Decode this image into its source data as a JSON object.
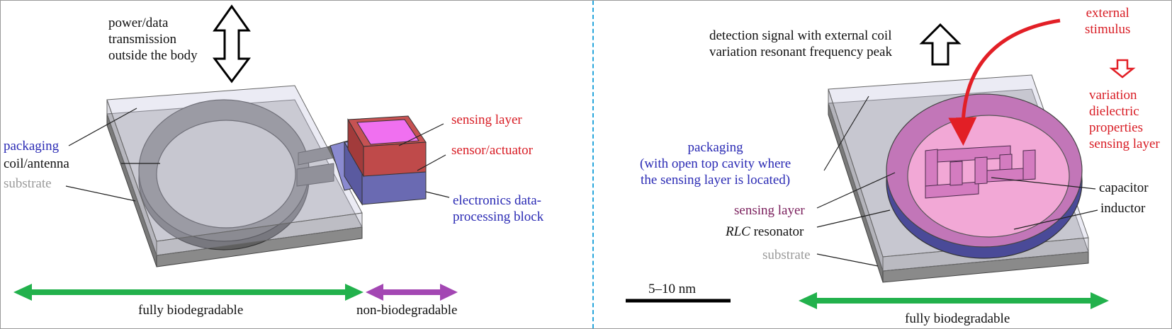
{
  "colors": {
    "divider": "#27a6dc",
    "green_arrow": "#22b14c",
    "purple_arrow": "#a347b3",
    "red_text": "#d81c24",
    "blue_text": "#2a2ab4",
    "grey_text": "#9a9a9a"
  },
  "left_panel": {
    "transmission_label": "power/data\ntransmission\noutside the body",
    "packaging_label": "packaging",
    "coil_label": "coil/antenna",
    "substrate_label": "substrate",
    "sensing_layer_label": "sensing layer",
    "sensor_actuator_label": "sensor/actuator",
    "electronics_label": "electronics data-\nprocessing block",
    "fully_biodegradable_label": "fully biodegradable",
    "non_biodegradable_label": "non-biodegradable"
  },
  "right_panel": {
    "detection_label": "detection signal with external coil\nvariation resonant frequency peak",
    "external_stimulus_label": "external\nstimulus",
    "variation_label": "variation\ndielectric\nproperties\nsensing layer",
    "packaging_label": "packaging\n(with open top cavity where\nthe sensing layer is located)",
    "sensing_layer_label": "sensing layer",
    "rlc_italic": "RLC",
    "rlc_rest": " resonator",
    "substrate_label": "substrate",
    "capacitor_label": "capacitor",
    "inductor_label": "inductor",
    "scale_label": "5–10 nm",
    "fully_biodegradable_label": "fully biodegradable"
  }
}
